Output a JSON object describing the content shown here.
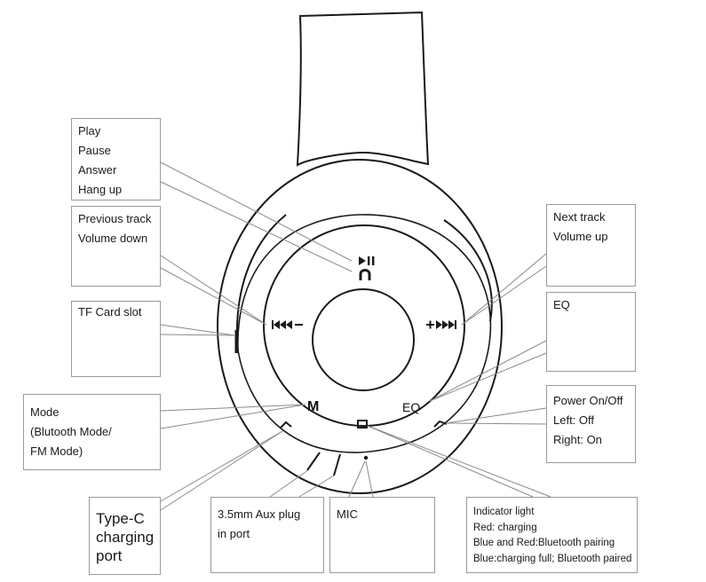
{
  "callouts": {
    "play": [
      "Play",
      "Pause",
      "Answer",
      "Hang up"
    ],
    "previous": [
      "Previous track",
      "Volume down"
    ],
    "tf_card": [
      "TF Card slot"
    ],
    "mode": [
      "Mode",
      "(Blutooth Mode/",
      "FM Mode)"
    ],
    "typec": [
      "Type-C",
      "charging",
      "port"
    ],
    "aux": [
      "3.5mm Aux plug",
      "in port"
    ],
    "mic": [
      "MIC"
    ],
    "indicator": [
      "Indicator light",
      "Red: charging",
      "Blue and Red:Bluetooth pairing",
      "Blue:charging full; Bluetooth paired"
    ],
    "next": [
      "Next track",
      "Volume up"
    ],
    "eq": [
      "EQ"
    ],
    "power": [
      "Power On/Off",
      "Left: Off",
      "Right: On"
    ]
  },
  "controls": {
    "mode_symbol": "M",
    "eq_symbol": "EQ"
  },
  "colors": {
    "stroke": "#1a1a1a",
    "leader": "#8a8a8a",
    "box_border": "#9a9a9a"
  }
}
